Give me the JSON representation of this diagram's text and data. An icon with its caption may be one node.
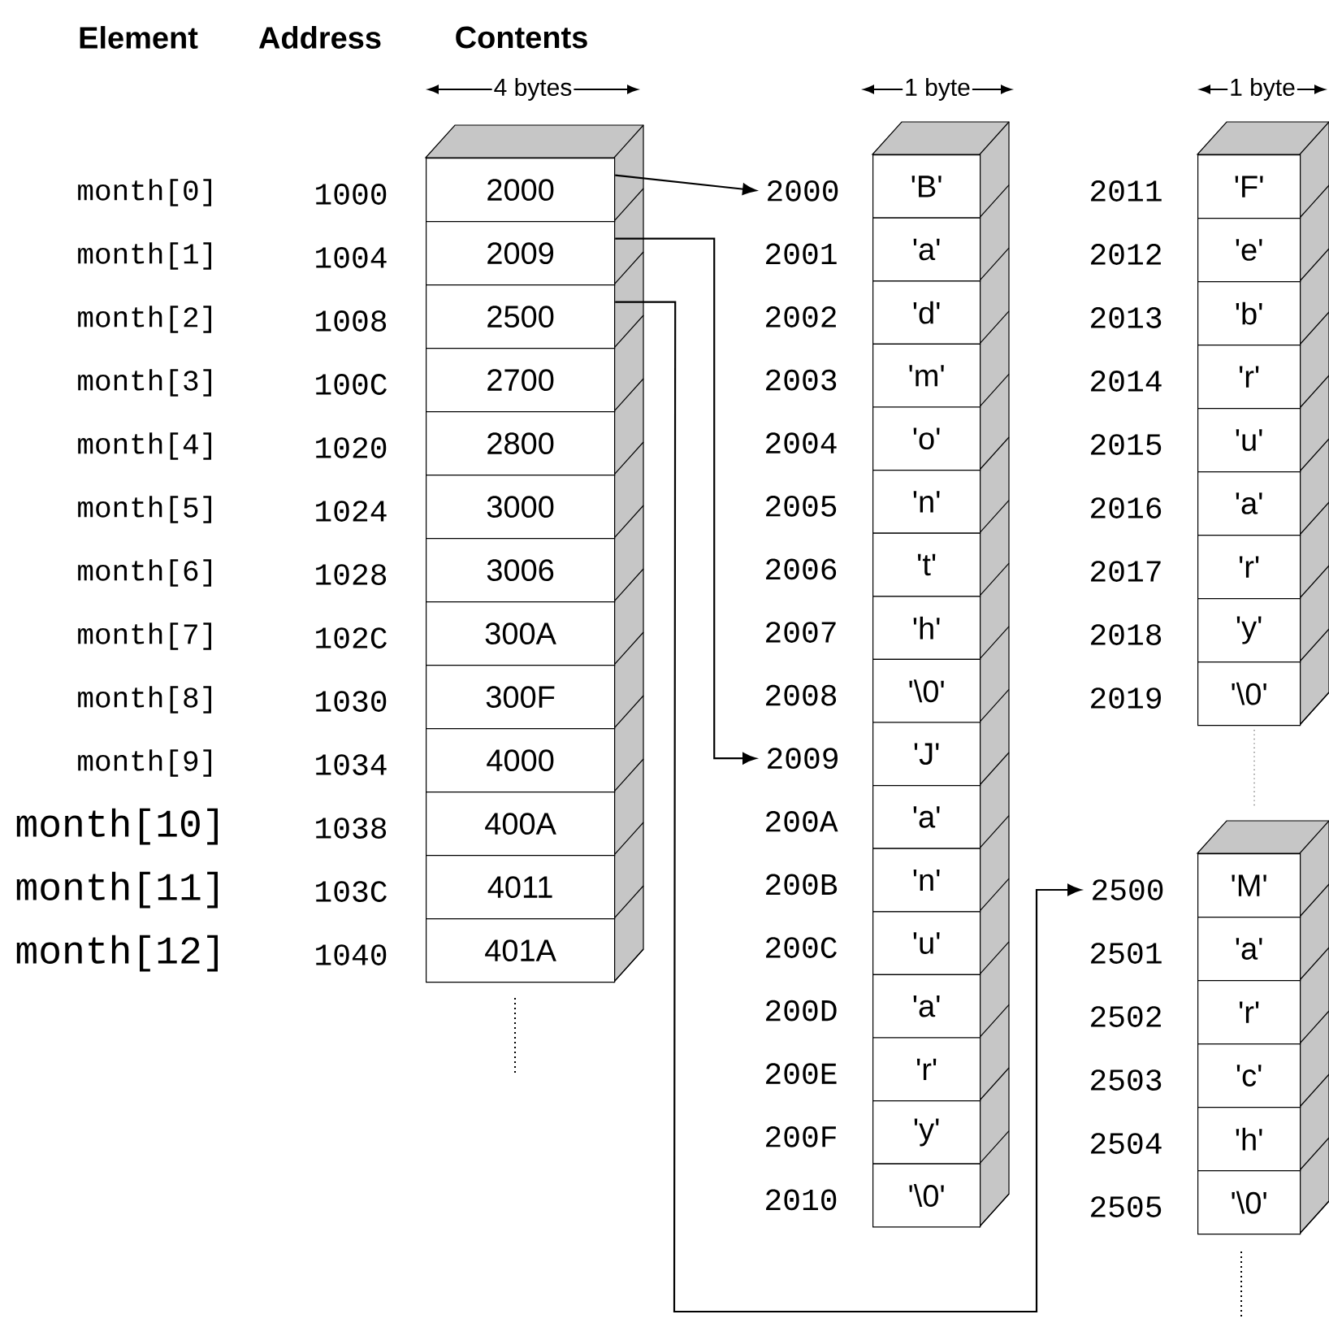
{
  "diagram": {
    "nodes": [
      {
        "text": [
          "2000"
        ]
      },
      {
        "text": [
          "2009"
        ]
      },
      {
        "text": [
          "2500"
        ]
      },
      {
        "text": [
          "2700"
        ]
      },
      {
        "text": [
          "2800"
        ]
      },
      {
        "text": [
          "3000"
        ]
      },
      {
        "text": [
          "3006"
        ]
      },
      {
        "text": [
          "300A"
        ]
      },
      {
        "text": [
          "300F"
        ]
      },
      {
        "text": [
          "4000"
        ]
      },
      {
        "text": [
          "400A"
        ]
      },
      {
        "text": [
          "4011"
        ]
      },
      {
        "text": [
          "401A"
        ]
      },
      {
        "text": [
          "'B'"
        ]
      },
      {
        "text": [
          "'a'"
        ]
      },
      {
        "text": [
          "'d'"
        ]
      },
      {
        "text": [
          "'m'"
        ]
      },
      {
        "text": [
          "'o'"
        ]
      },
      {
        "text": [
          "'n'"
        ]
      },
      {
        "text": [
          "'t'"
        ]
      },
      {
        "text": [
          "'h'"
        ]
      },
      {
        "text": [
          "'\\0'"
        ]
      },
      {
        "text": [
          "'J'"
        ]
      },
      {
        "text": [
          "'a'"
        ]
      },
      {
        "text": [
          "'n'"
        ]
      },
      {
        "text": [
          "'u'"
        ]
      },
      {
        "text": [
          "'a'"
        ]
      },
      {
        "text": [
          "'r'"
        ]
      },
      {
        "text": [
          "'y'"
        ]
      },
      {
        "text": [
          "'\\0'"
        ]
      },
      {
        "text": [
          "'F'"
        ]
      },
      {
        "text": [
          "'e'"
        ]
      },
      {
        "text": [
          "'b'"
        ]
      },
      {
        "text": [
          "'r'"
        ]
      },
      {
        "text": [
          "'u'"
        ]
      },
      {
        "text": [
          "'a'"
        ]
      },
      {
        "text": [
          "'r'"
        ]
      },
      {
        "text": [
          "'y'"
        ]
      },
      {
        "text": [
          "'\\0'"
        ]
      },
      {
        "text": [
          "'M'"
        ]
      },
      {
        "text": [
          "'a'"
        ]
      },
      {
        "text": [
          "'r'"
        ]
      },
      {
        "text": [
          "'c'"
        ]
      },
      {
        "text": [
          "'h'"
        ]
      },
      {
        "text": [
          "'\\0'"
        ]
      },
      {
        "text": [
          "2000"
        ]
      },
      {
        "text": [
          "2009"
        ]
      },
      {
        "text": [
          "2500"
        ]
      }
    ],
    "edges": [
      {
        "from": 0,
        "to": 45,
        "arrow": "to"
      },
      {
        "from": 1,
        "to": 46,
        "arrow": "to"
      },
      {
        "from": 2,
        "to": 47,
        "arrow": "to"
      }
    ],
    "labels": [
      "Element",
      "Address",
      "Contents",
      "4 bytes",
      "1 byte",
      "1 byte",
      "month[0]",
      "1000",
      "month[1]",
      "1004",
      "month[2]",
      "1008",
      "month[3]",
      "100C",
      "month[4]",
      "1020",
      "month[5]",
      "1024",
      "month[6]",
      "1028",
      "month[7]",
      "102C",
      "month[8]",
      "1030",
      "month[9]",
      "1034",
      "month[10]",
      "1038",
      "month[11]",
      "103C",
      "month[12]",
      "1040",
      "2001",
      "2002",
      "2003",
      "2004",
      "2005",
      "2006",
      "2007",
      "2008",
      "200A",
      "200B",
      "200C",
      "200D",
      "200E",
      "200F",
      "2010",
      "2011",
      "2012",
      "2013",
      "2014",
      "2015",
      "2016",
      "2017",
      "2018",
      "2019",
      "2501",
      "2502",
      "2503",
      "2504",
      "2505"
    ]
  }
}
